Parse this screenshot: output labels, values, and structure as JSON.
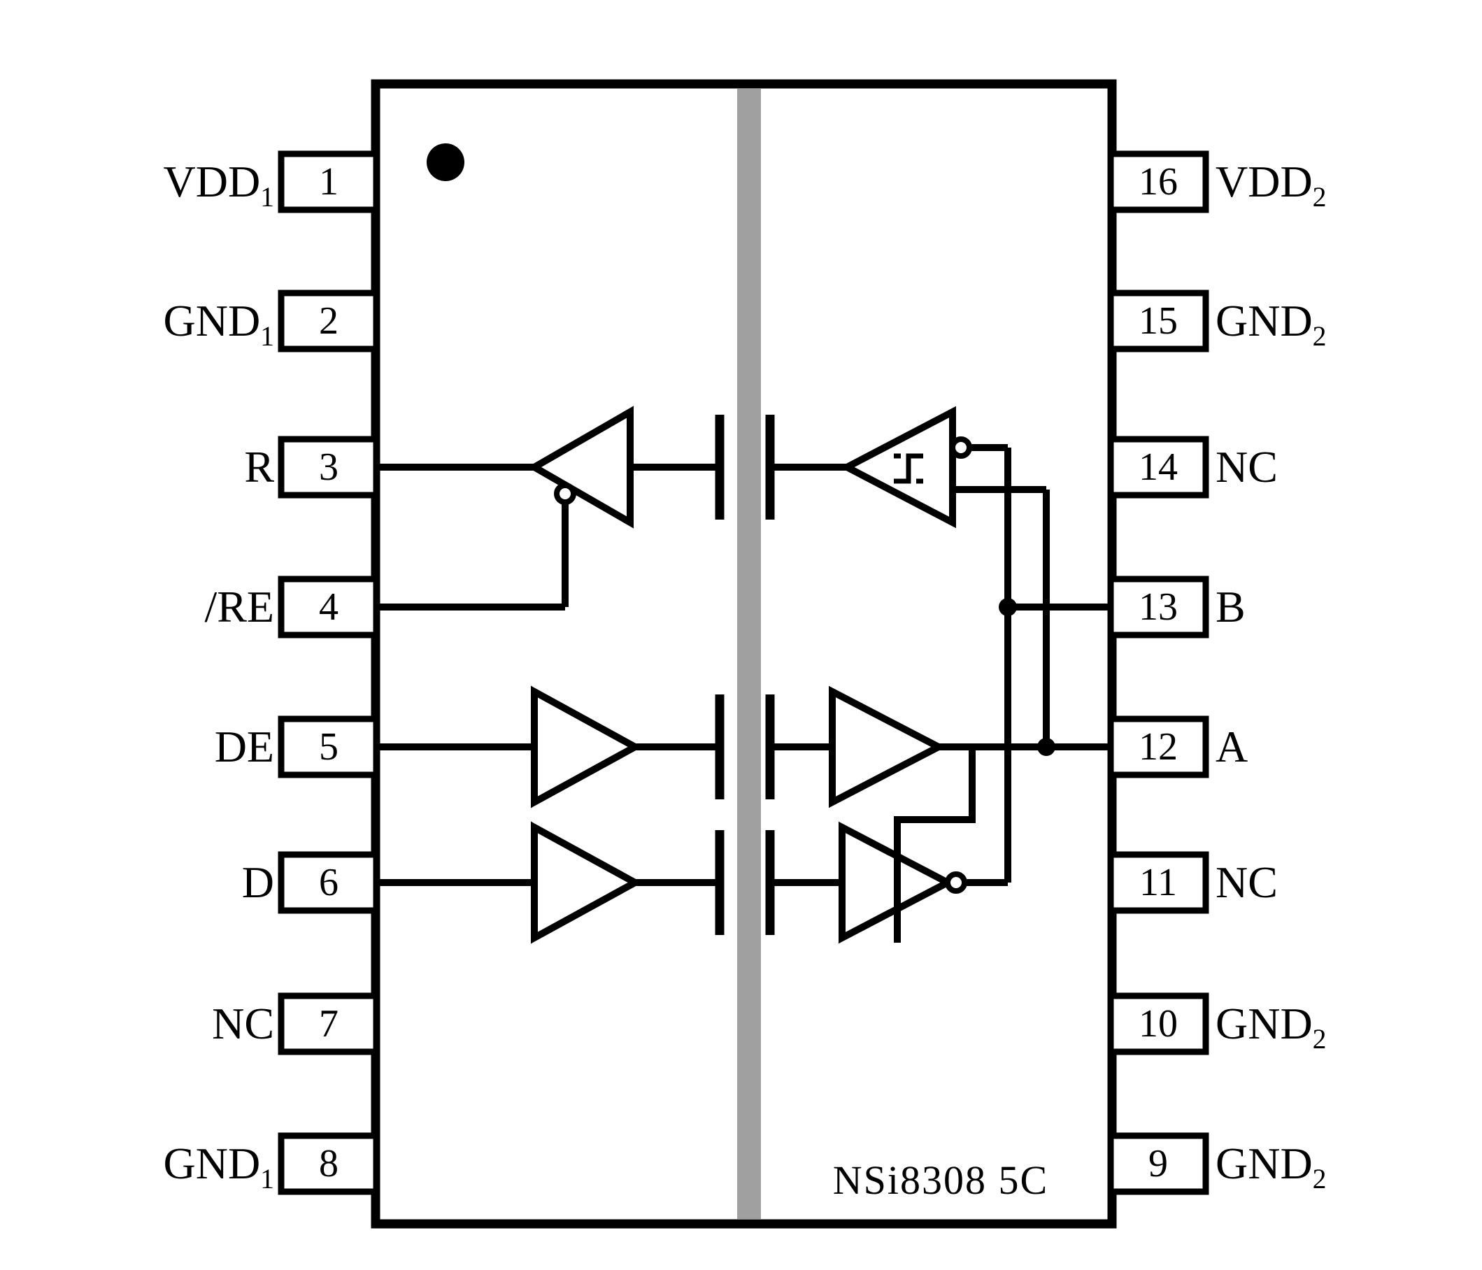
{
  "diagram": {
    "title": "NSi8308 5C",
    "colors": {
      "line": "#000000",
      "barrier": "#a0a0a0",
      "background": "#ffffff"
    }
  },
  "pins": {
    "left": [
      {
        "number": "1",
        "label": "VDD",
        "sub": "1"
      },
      {
        "number": "2",
        "label": "GND",
        "sub": "1"
      },
      {
        "number": "3",
        "label": "R",
        "sub": ""
      },
      {
        "number": "4",
        "label": "/RE",
        "sub": ""
      },
      {
        "number": "5",
        "label": "DE",
        "sub": ""
      },
      {
        "number": "6",
        "label": "D",
        "sub": ""
      },
      {
        "number": "7",
        "label": "NC",
        "sub": ""
      },
      {
        "number": "8",
        "label": "GND",
        "sub": "1"
      }
    ],
    "right": [
      {
        "number": "16",
        "label": "VDD",
        "sub": "2"
      },
      {
        "number": "15",
        "label": "GND",
        "sub": "2"
      },
      {
        "number": "14",
        "label": "NC",
        "sub": ""
      },
      {
        "number": "13",
        "label": "B",
        "sub": ""
      },
      {
        "number": "12",
        "label": "A",
        "sub": ""
      },
      {
        "number": "11",
        "label": "NC",
        "sub": ""
      },
      {
        "number": "10",
        "label": "GND",
        "sub": "2"
      },
      {
        "number": "9",
        "label": "GND",
        "sub": "2"
      }
    ]
  }
}
